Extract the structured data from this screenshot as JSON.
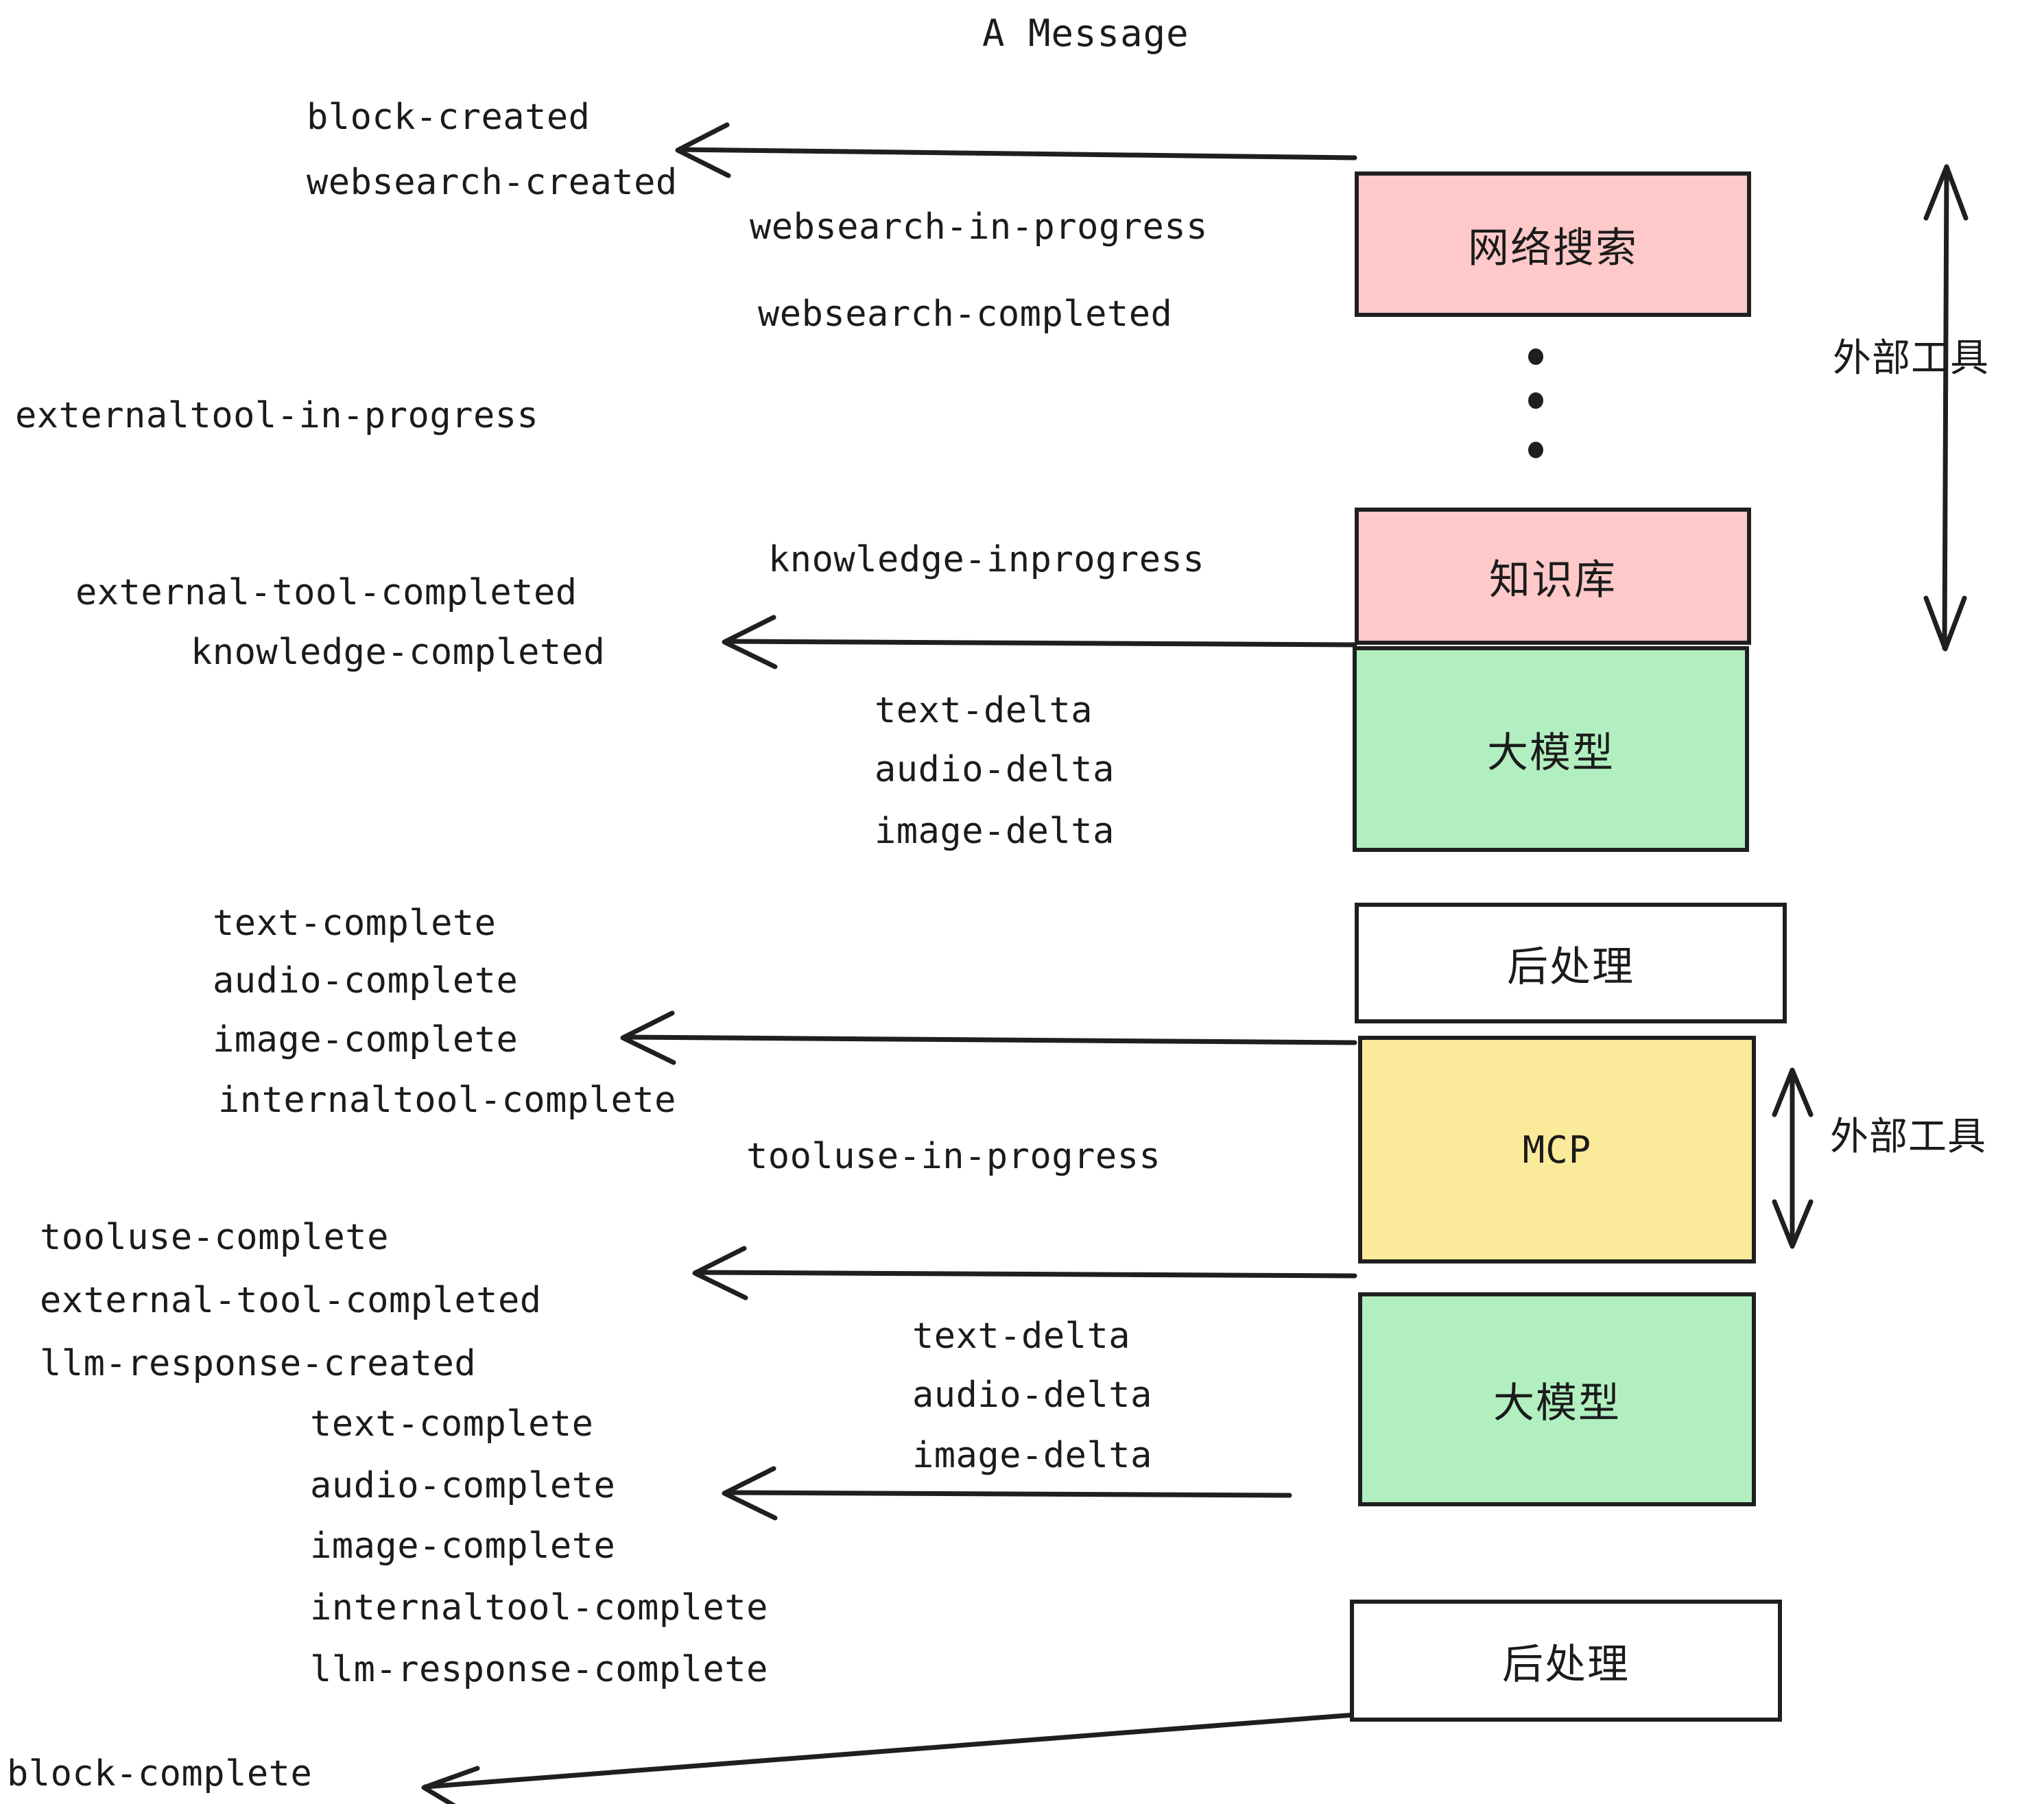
{
  "diagram": {
    "title": "A Message",
    "colors": {
      "websearch_fill": "#FFC9C9",
      "knowledge_fill": "#FFC9C9",
      "llm_fill": "#B2EFC0",
      "mcp_fill": "#FCEA9B",
      "postprocess_fill": "#FFFFFF",
      "stroke": "#1F1F1F",
      "text": "#1B1B1B",
      "background": "#FFFFFF"
    },
    "nodes": [
      {
        "id": "websearch",
        "label": "网络搜索",
        "fill": "#FFC9C9"
      },
      {
        "id": "knowledge",
        "label": "知识库",
        "fill": "#FFC9C9"
      },
      {
        "id": "llm_first",
        "label": "大模型",
        "fill": "#B2EFC0"
      },
      {
        "id": "postprocess_first",
        "label": "后处理",
        "fill": "#FFFFFF"
      },
      {
        "id": "mcp",
        "label": "MCP",
        "fill": "#FCEA9B"
      },
      {
        "id": "llm_second",
        "label": "大模型",
        "fill": "#B2EFC0"
      },
      {
        "id": "postprocess_second",
        "label": "后处理",
        "fill": "#FFFFFF"
      }
    ],
    "side_labels": [
      {
        "id": "external_tool_top",
        "label": "外部工具"
      },
      {
        "id": "external_tool_bottom",
        "label": "外部工具"
      }
    ],
    "events": [
      {
        "id": "e01",
        "text": "block-created"
      },
      {
        "id": "e02",
        "text": "websearch-created"
      },
      {
        "id": "e03",
        "text": "websearch-in-progress"
      },
      {
        "id": "e04",
        "text": "websearch-completed"
      },
      {
        "id": "e05",
        "text": "externaltool-in-progress"
      },
      {
        "id": "e06",
        "text": "knowledge-inprogress"
      },
      {
        "id": "e07",
        "text": "external-tool-completed"
      },
      {
        "id": "e08",
        "text": "knowledge-completed"
      },
      {
        "id": "e09",
        "text": "text-delta"
      },
      {
        "id": "e10",
        "text": "audio-delta"
      },
      {
        "id": "e11",
        "text": "image-delta"
      },
      {
        "id": "e12",
        "text": "text-complete"
      },
      {
        "id": "e13",
        "text": "audio-complete"
      },
      {
        "id": "e14",
        "text": "image-complete"
      },
      {
        "id": "e15",
        "text": "internaltool-complete"
      },
      {
        "id": "e16",
        "text": "tooluse-in-progress"
      },
      {
        "id": "e17",
        "text": "tooluse-complete"
      },
      {
        "id": "e18",
        "text": "external-tool-completed"
      },
      {
        "id": "e19",
        "text": "llm-response-created"
      },
      {
        "id": "e20",
        "text": "text-complete"
      },
      {
        "id": "e21",
        "text": "audio-complete"
      },
      {
        "id": "e22",
        "text": "image-complete"
      },
      {
        "id": "e23",
        "text": "internaltool-complete"
      },
      {
        "id": "e24",
        "text": "llm-response-complete"
      },
      {
        "id": "e25",
        "text": "text-delta"
      },
      {
        "id": "e26",
        "text": "audio-delta"
      },
      {
        "id": "e27",
        "text": "image-delta"
      },
      {
        "id": "e28",
        "text": "block-complete"
      }
    ],
    "ellipsis_dots": 3
  }
}
